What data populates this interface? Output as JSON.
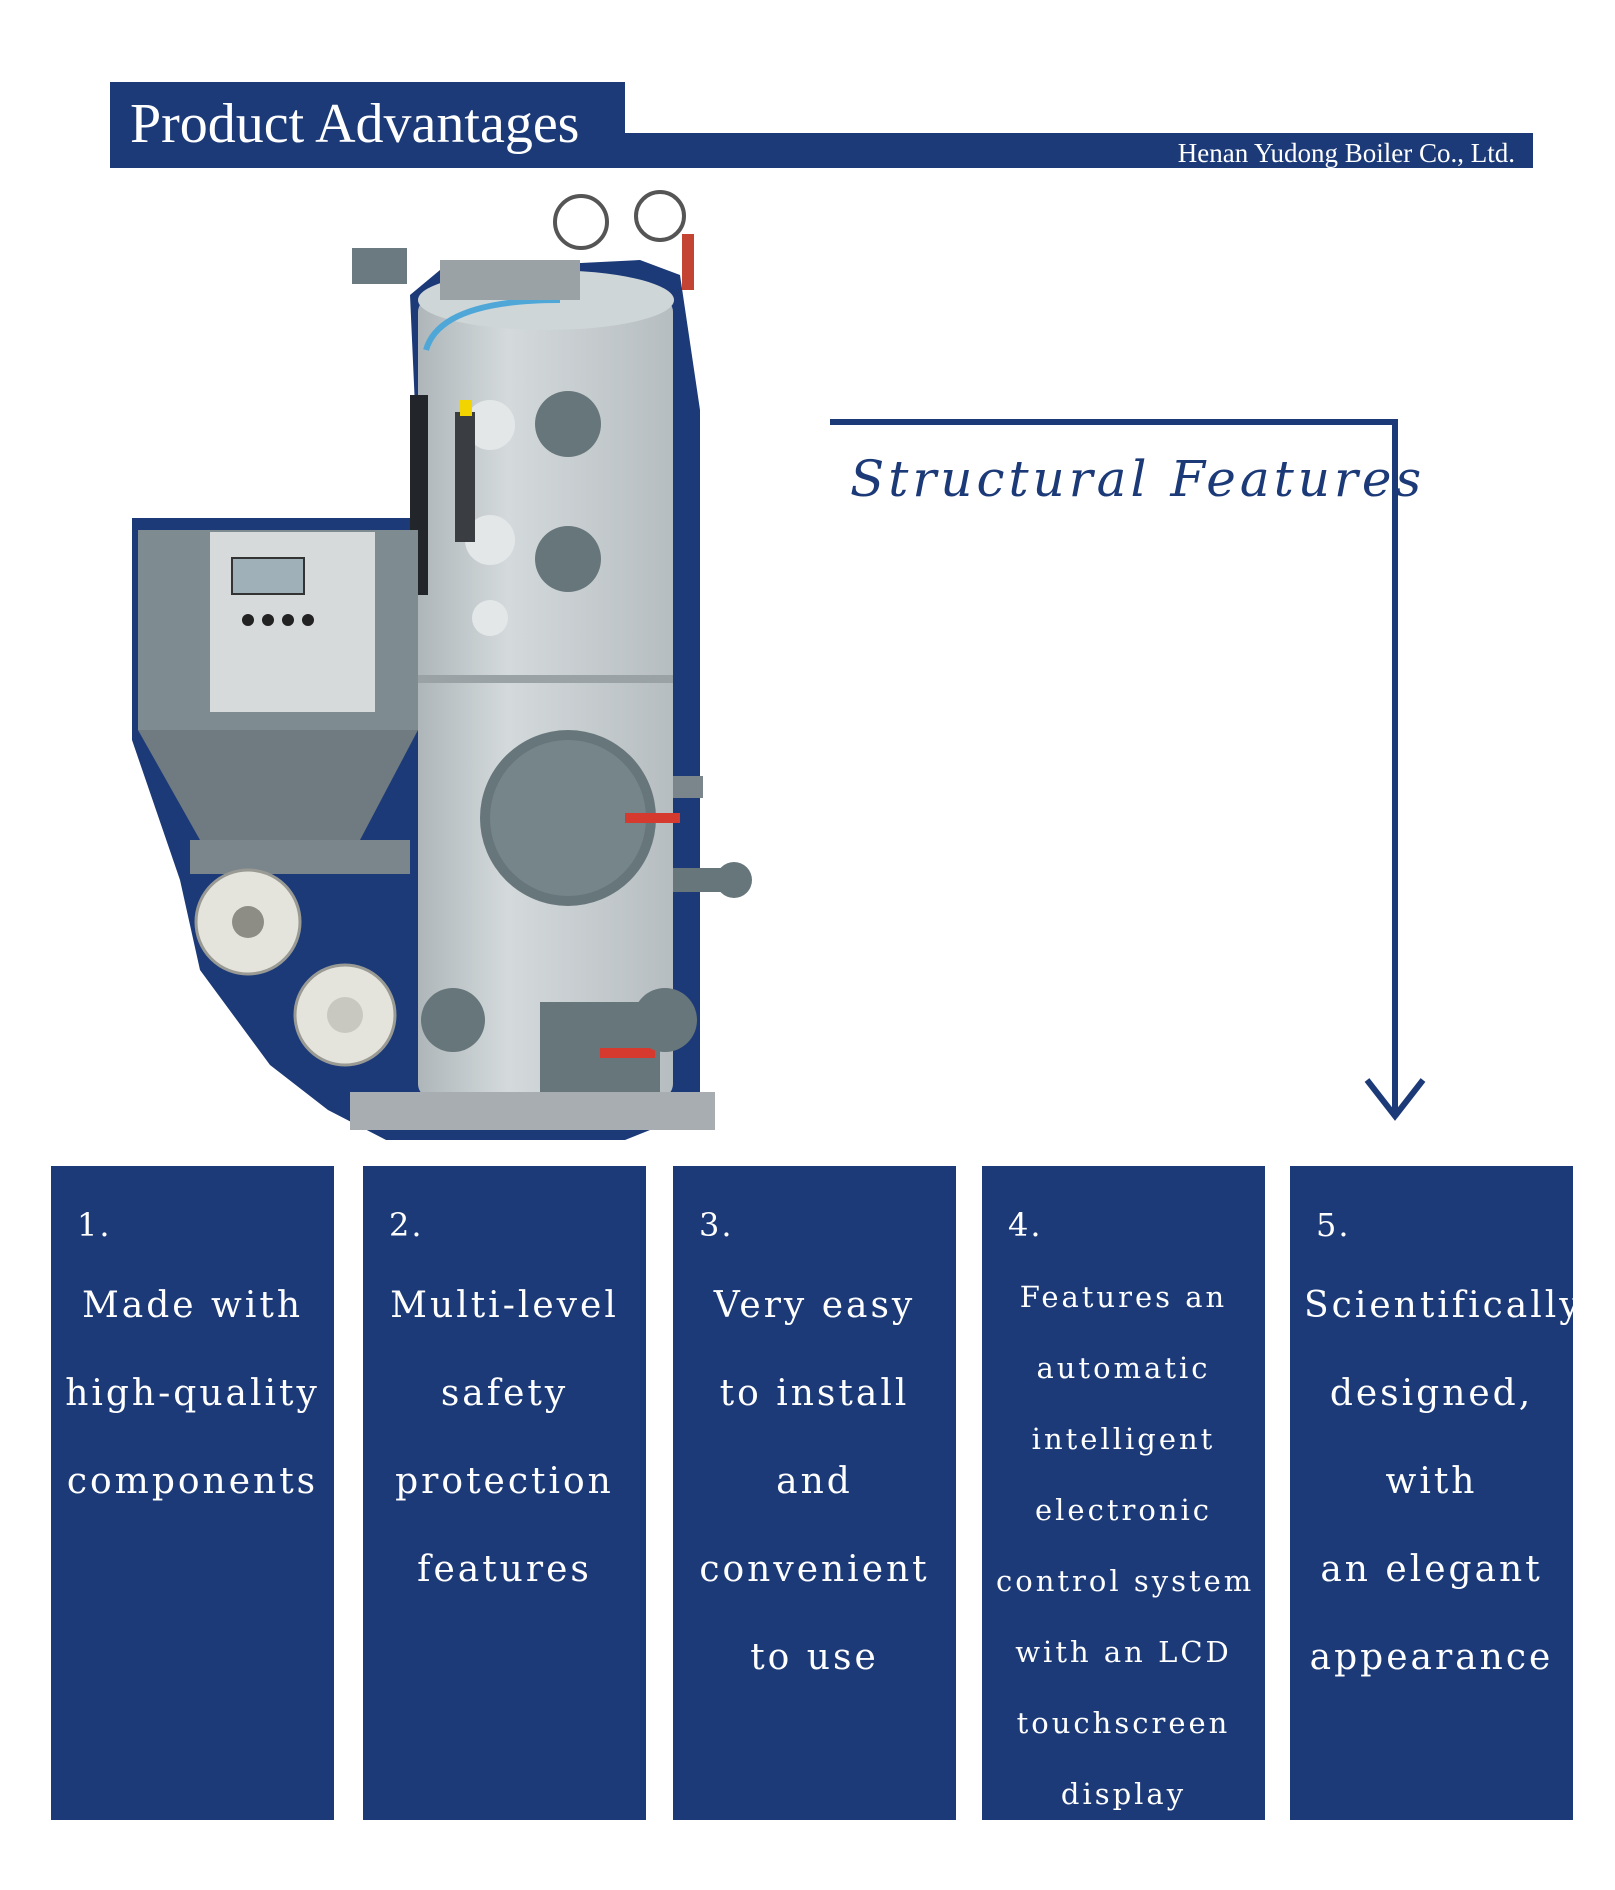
{
  "header": {
    "title": "Product Advantages",
    "company": "Henan Yudong Boiler Co., Ltd."
  },
  "callout": {
    "label": "Structural Features"
  },
  "features": [
    {
      "number": "1.",
      "lines": [
        "Made with",
        "high-quality",
        "components"
      ]
    },
    {
      "number": "2.",
      "lines": [
        "Multi-level",
        "safety",
        "protection",
        "features"
      ]
    },
    {
      "number": "3.",
      "lines": [
        "Very easy",
        "to install",
        "and",
        "convenient",
        "to use"
      ]
    },
    {
      "number": "4.",
      "lines": [
        "Features an",
        "automatic",
        "intelligent",
        "electronic",
        "control system",
        "with an LCD",
        "touchscreen",
        "display"
      ]
    },
    {
      "number": "5.",
      "lines": [
        "Scientifically",
        "designed,",
        "with",
        "an elegant",
        "appearance"
      ]
    }
  ],
  "colors": {
    "brand_navy": "#1c3a78",
    "boiler_body": "#c3cacd",
    "door_gray": "#67767b",
    "handle_red": "#d63a2e"
  }
}
